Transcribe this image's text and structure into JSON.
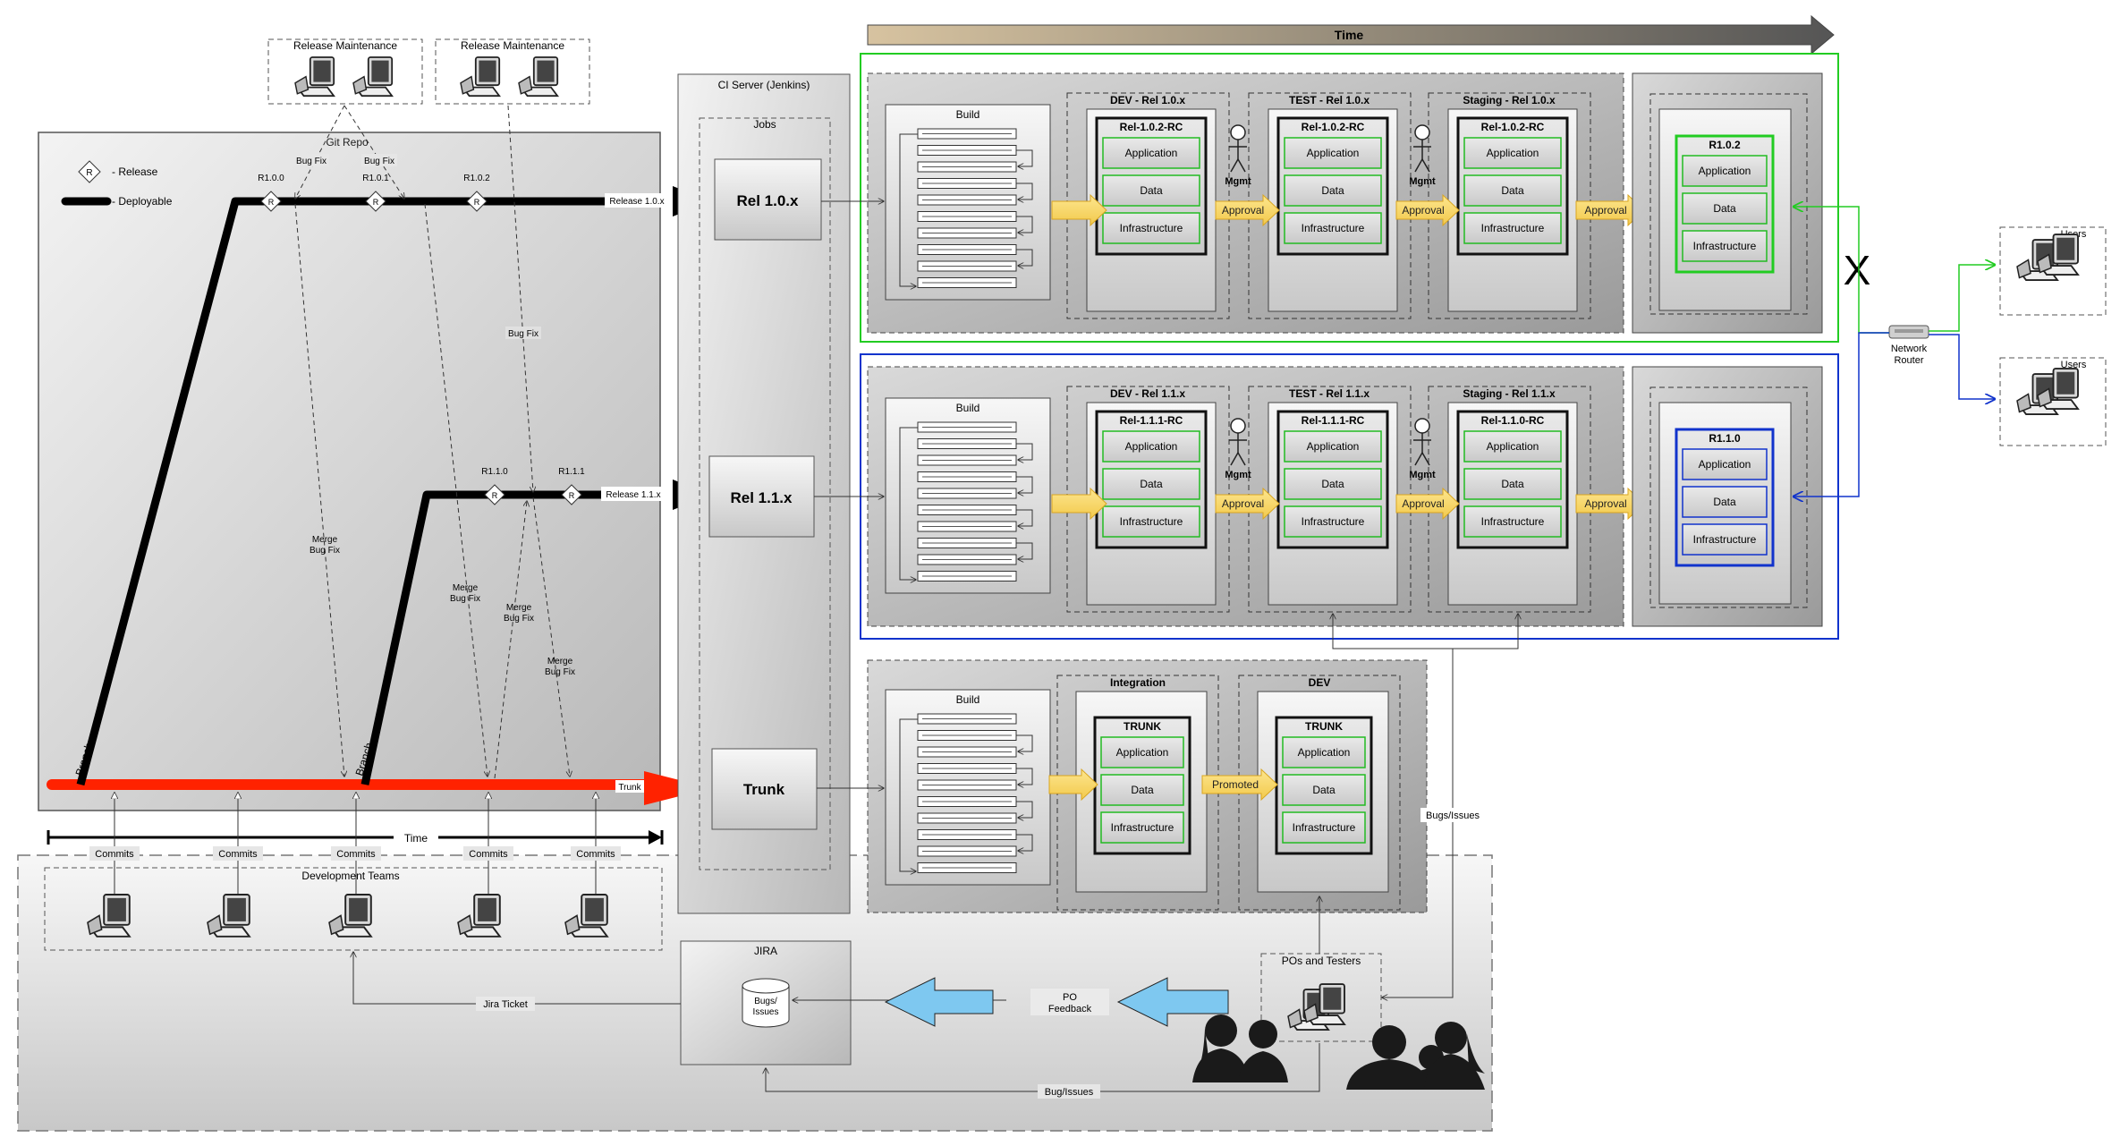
{
  "time_top": "Time",
  "time_bottom": "Time",
  "release_maintenance": [
    "Release Maintenance",
    "Release Maintenance"
  ],
  "git_repo": "Git Repo",
  "legend": {
    "release_symbol": "R",
    "release": "- Release",
    "deployable": "- Deployable"
  },
  "release_points": {
    "r100": "R1.0.0",
    "r101": "R1.0.1",
    "r102": "R1.0.2",
    "r110": "R1.1.0",
    "r111": "R1.1.1",
    "marker": "R"
  },
  "branch_labels": {
    "release_10x": "Release 1.0.x",
    "release_11x": "Release 1.1.x",
    "trunk": "Trunk",
    "branch": "Branch"
  },
  "bug_fix": "Bug Fix",
  "merge_bug_fix": [
    "Merge",
    "Bug Fix"
  ],
  "commits": "Commits",
  "development_teams": "Development Teams",
  "ci": {
    "title": "CI Server (Jenkins)",
    "jobs": "Jobs",
    "rel10": "Rel 1.0.x",
    "rel11": "Rel 1.1.x",
    "trunk": "Trunk"
  },
  "build": "Build",
  "stack": {
    "application": "Application",
    "data": "Data",
    "infrastructure": "Infrastructure"
  },
  "approval": "Approval",
  "promoted": "Promoted",
  "mgmt": "Mgmt",
  "pipeline10": {
    "dev": "DEV - Rel 1.0.x",
    "test": "TEST - Rel 1.0.x",
    "staging": "Staging - Rel 1.0.x",
    "rc": "Rel-1.0.2-RC",
    "prod": "R1.0.2"
  },
  "pipeline11": {
    "dev": "DEV - Rel 1.1.x",
    "test": "TEST - Rel 1.1.x",
    "staging": "Staging - Rel 1.1.x",
    "rc_dev": "Rel-1.1.1-RC",
    "rc_test": "Rel-1.1.1-RC",
    "rc_staging": "Rel-1.1.0-RC",
    "prod": "R1.1.0"
  },
  "pipeline_trunk": {
    "integration": "Integration",
    "dev": "DEV",
    "box": "TRUNK"
  },
  "cross_mark": "X",
  "network_router": [
    "Network",
    "Router"
  ],
  "users": "Users",
  "bugs_issues_right": "Bugs/Issues",
  "bugs_issues_bottom": "Bug/Issues",
  "jira": {
    "title": "JIRA",
    "db": [
      "Bugs/",
      "Issues"
    ]
  },
  "jira_ticket": "Jira Ticket",
  "po_feedback": [
    "PO",
    "Feedback"
  ],
  "pos_testers": "POs and Testers",
  "colors": {
    "green": "#22cc22",
    "blue": "#1133cc",
    "red": "#ff2200",
    "arrow_yellow": "#f7d560",
    "feedback_blue": "#7ec8f0"
  }
}
